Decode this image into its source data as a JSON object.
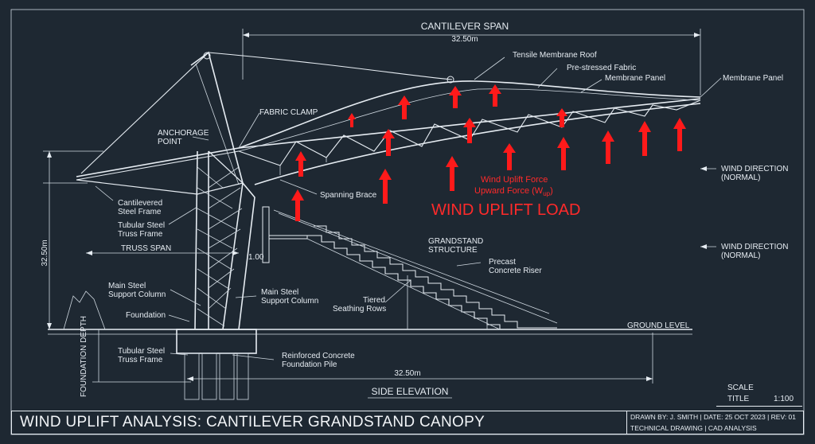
{
  "drawing": {
    "main_title": "WIND UPLIFT ANALYSIS: CANTILEVER GRANDSTAND CANOPY",
    "view_title": "SIDE ELEVATION",
    "load_title": "WIND UPLIFT LOAD",
    "labels": {
      "cantilever_span": "CANTILEVER SPAN",
      "span_top": "32.50m",
      "span_bottom": "32.50m",
      "height_dim": "32.50m",
      "foundation_depth": "FOUNDATION DEPTH",
      "tensile_membrane_roof": "Tensile Membrane Roof",
      "prestressed_fabric": "Pre-stressed Fabric",
      "membrane_panel_1": "Membrane Panel",
      "membrane_panel_2": "Membrane Panel",
      "fabric_clamp": "FABRIC CLAMP",
      "anchorage_point_1": "ANCHORAGE",
      "anchorage_point_2": "POINT",
      "cantilevered_frame_1": "Cantilevered",
      "cantilevered_frame_2": "Steel Frame",
      "tubular_truss_1a": "Tubular Steel",
      "tubular_truss_1b": "Truss Frame",
      "truss_span": "TRUSS SPAN",
      "spanning_brace": "Spanning Brace",
      "main_column_left_1": "Main Steel",
      "main_column_left_2": "Support Column",
      "main_column_right_1": "Main Steel",
      "main_column_right_2": "Support Column",
      "foundation": "Foundation",
      "tubular_truss_2a": "Tubular Steel",
      "tubular_truss_2b": "Truss Frame",
      "rc_pile_1": "Reinforced Concrete",
      "rc_pile_2": "Foundation Pile",
      "ratio": "1.00",
      "wind_uplift_force": "Wind Uplift Force",
      "upward_force": "Upward Force (W",
      "upward_force_sub": "up",
      "upward_force_close": ")",
      "wind_dir_1a": "WIND DIRECTION",
      "wind_dir_1b": "(NORMAL)",
      "wind_dir_2a": "WIND DIRECTION",
      "wind_dir_2b": "(NORMAL)",
      "grandstand_1": "GRANDSTAND",
      "grandstand_2": "STRUCTURE",
      "precast_1": "Precast",
      "precast_2": "Concrete Riser",
      "tiered_1": "Tiered",
      "tiered_2": "Seathing Rows",
      "ground_level": "GROUND LEVEL"
    },
    "scale": {
      "heading": "SCALE",
      "key": "TITLE",
      "value": "1:100"
    },
    "title_block": {
      "row1": "DRAWN BY: J. SMITH | DATE: 25 OCT 2023 | REV: 01",
      "row2": "TECHNICAL DRAWING | CAD ANALYSIS"
    },
    "colors": {
      "background": "#1e2832",
      "linework": "#e6ecf2",
      "uplift_arrows": "#ff1a1a"
    }
  }
}
